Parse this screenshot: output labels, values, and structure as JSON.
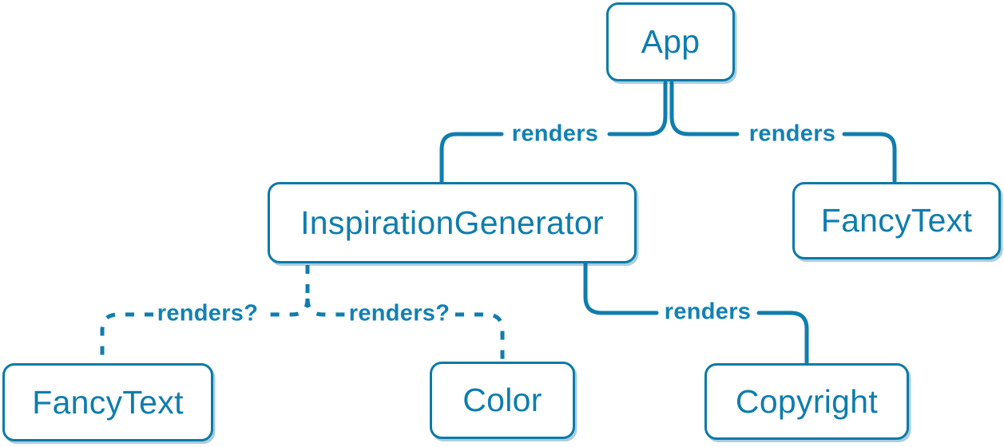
{
  "colors": {
    "accent_blue": "#0a7ea4",
    "line_blue": "#107dad",
    "node_fill": "#ffffff",
    "canvas_background": "#ffffff"
  },
  "nodes": {
    "app": {
      "label": "App"
    },
    "inspiration_generator": {
      "label": "InspirationGenerator"
    },
    "fancy_text_top": {
      "label": "FancyText"
    },
    "fancy_text_bottom": {
      "label": "FancyText"
    },
    "color": {
      "label": "Color"
    },
    "copyright": {
      "label": "Copyright"
    }
  },
  "edges": {
    "app_to_inspiration_generator": {
      "label": "renders",
      "style": "solid"
    },
    "app_to_fancy_text": {
      "label": "renders",
      "style": "solid"
    },
    "inspiration_generator_to_fancy_text": {
      "label": "renders?",
      "style": "dashed"
    },
    "inspiration_generator_to_color": {
      "label": "renders?",
      "style": "dashed"
    },
    "inspiration_generator_to_copyright": {
      "label": "renders",
      "style": "solid"
    }
  }
}
